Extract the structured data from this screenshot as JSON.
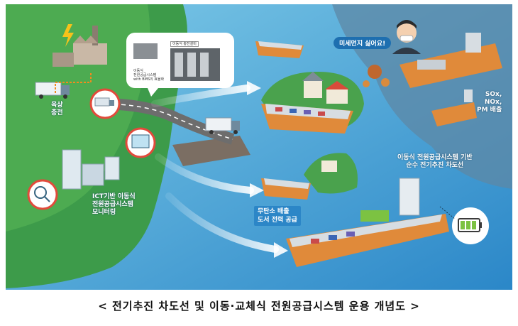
{
  "labels": {
    "land_charging": [
      "육상",
      "충전"
    ],
    "ict_monitoring": [
      "ICT기반 이동식",
      "전원공급시스템",
      "모니터링"
    ],
    "bubble_lines": [
      "이동식",
      "전원공급시스템",
      "with BMS의 효율화"
    ],
    "bubble_tag": "이동식 충전설비",
    "fine_dust": "미세먼지 싫어요!",
    "emissions": [
      "SOx,",
      "NOx,",
      "PM 배출"
    ],
    "carbon_free": [
      "무탄소 배출",
      "도서 전력 공급"
    ],
    "electric_ferry": [
      "이동식 전원공급시스템 기반",
      "순수 전기추진 차도선"
    ]
  },
  "caption": "< 전기추진 차도선 및 이동·교체식 전원공급시스템 운용 개념도 >",
  "colors": {
    "sea": "#3d9fd6",
    "land": "#3d9b4a",
    "emission_area": "#5d88a6",
    "accent_red": "#e24a3b",
    "battery_green": "#7cc242"
  }
}
